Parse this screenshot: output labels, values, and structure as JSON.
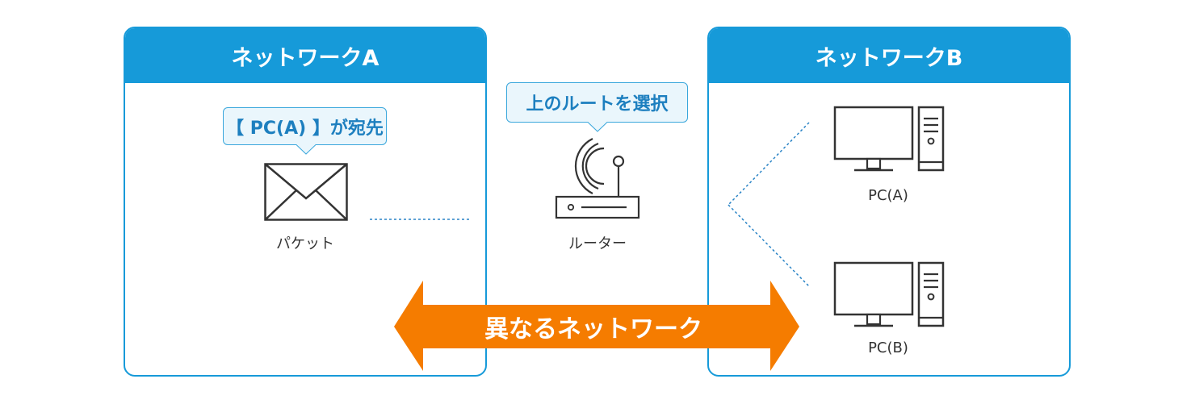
{
  "network_a": {
    "title": "ネットワークA",
    "packet_bubble": "【 PC(A) 】が宛先",
    "packet_label": "パケット"
  },
  "network_b": {
    "title": "ネットワークB",
    "pc_a_label": "PC(A)",
    "pc_b_label": "PC(B)"
  },
  "router": {
    "bubble": "上のルートを選択",
    "label": "ルーター"
  },
  "arrow": {
    "label": "異なるネットワーク"
  },
  "colors": {
    "accent": "#169ad9",
    "arrow": "#f57c00",
    "bubble_bg": "#eaf6fc",
    "dotted": "#2a84c6"
  }
}
